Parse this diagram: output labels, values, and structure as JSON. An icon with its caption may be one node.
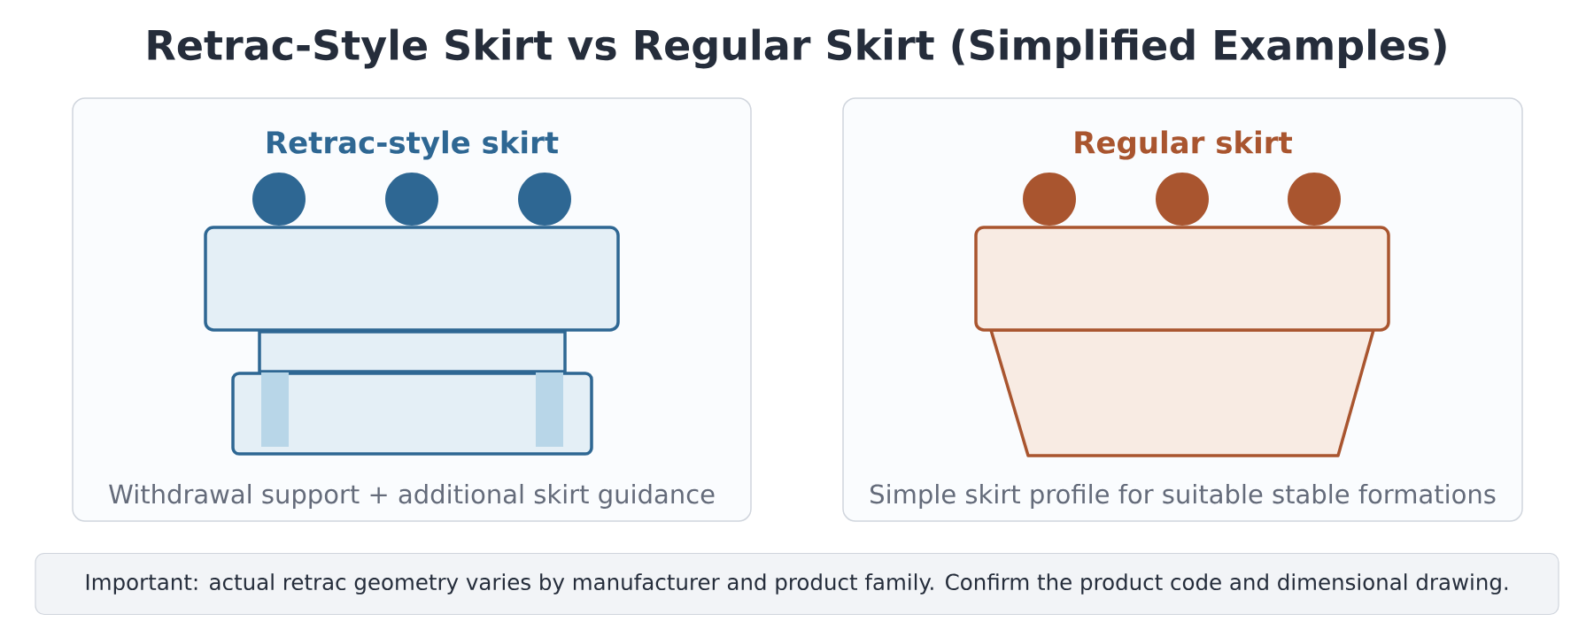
{
  "diagram": {
    "title": "Retrac-Style Skirt vs Regular Skirt (Simplified Examples)",
    "nodes": [
      {
        "text": [
          "Retrac-style skirt",
          "Withdrawal support + additional skirt guidance"
        ]
      },
      {
        "text": [
          "Regular skirt",
          "Simple skirt profile for suitable stable formations"
        ]
      },
      {
        "text": [
          "Important: actual retrac geometry varies by manufacturer and product family. Confirm the product code and dimensional drawing."
        ]
      }
    ]
  }
}
